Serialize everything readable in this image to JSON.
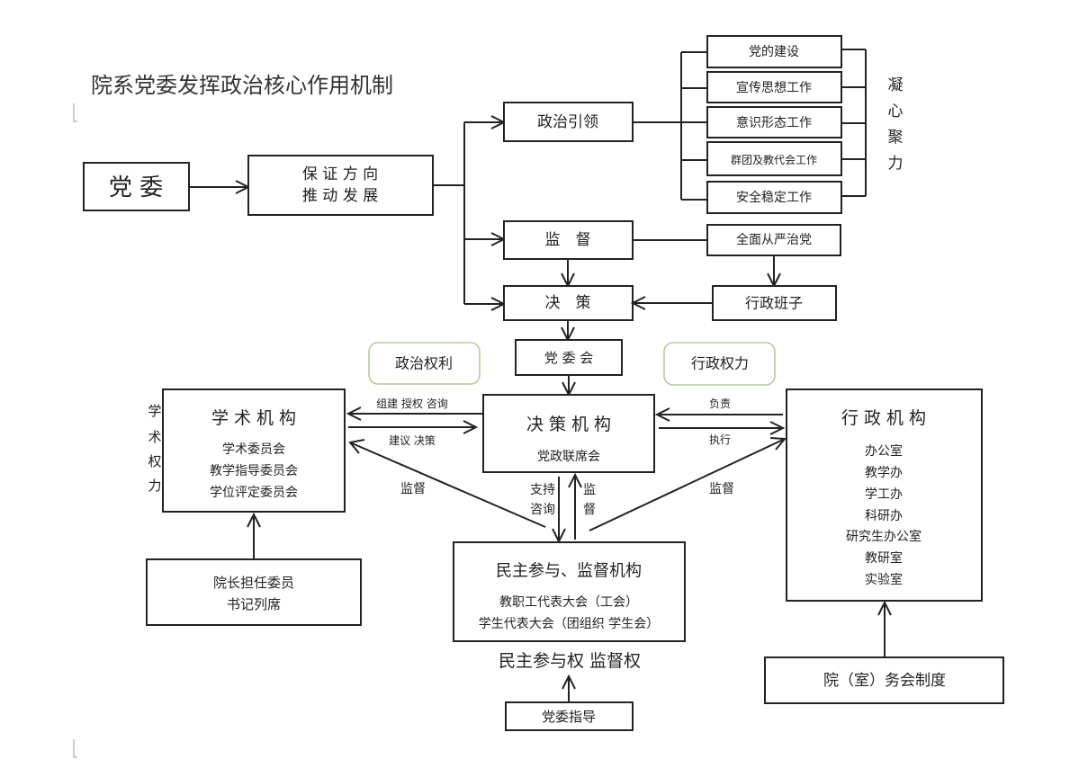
{
  "title": "院系党委发挥政治核心作用机制",
  "nodes": {
    "party_committee": "党 委",
    "ensure_direction": [
      "保 证 方 向",
      "推 动 发 展"
    ],
    "political_leadership": "政治引领",
    "supervision": "监　督",
    "decision": "决　策",
    "party_committee_meeting": "党 委 会",
    "strict_governance": "全面从严治党",
    "admin_team": "行政班子",
    "leadership_items": [
      "党的建设",
      "宣传思想工作",
      "意识形态工作",
      "群团及教代会工作",
      "安全稳定工作"
    ],
    "cohesion_label": [
      "凝",
      "心",
      "聚",
      "力"
    ],
    "political_rights_tag": "政治权利",
    "admin_power_tag": "行政权力",
    "academic_body": {
      "title": "学 术 机 构",
      "items": [
        "学术委员会",
        "教学指导委员会",
        "学位评定委员会"
      ],
      "side_label": [
        "学",
        "术",
        "权",
        "力"
      ]
    },
    "decision_body": {
      "title": "决 策 机 构",
      "subtitle": "党政联席会"
    },
    "admin_body": {
      "title": "行 政 机 构",
      "items": [
        "办公室",
        "教学办",
        "学工办",
        "科研办",
        "研究生办公室",
        "教研室",
        "实验室"
      ]
    },
    "dean_member": [
      "院长担任委员",
      "书记列席"
    ],
    "democratic_body": {
      "title": "民主参与、监督机构",
      "items": [
        "教职工代表大会（工会）",
        "学生代表大会（团组织  学生会）"
      ]
    },
    "democratic_rights": "民主参与权  监督权",
    "party_guidance": "党委指导",
    "admin_meeting_system": "院（室）务会制度"
  },
  "edge_labels": {
    "build_authorize_consult": "组建  授权  咨询",
    "suggest_decide": "建议  决策",
    "supervise_left": "监督",
    "responsible": "负责",
    "execute": "执行",
    "supervise_right": "监督",
    "support": "支持",
    "consult": "咨询",
    "supervise_up_1": "监",
    "supervise_up_2": "督"
  }
}
